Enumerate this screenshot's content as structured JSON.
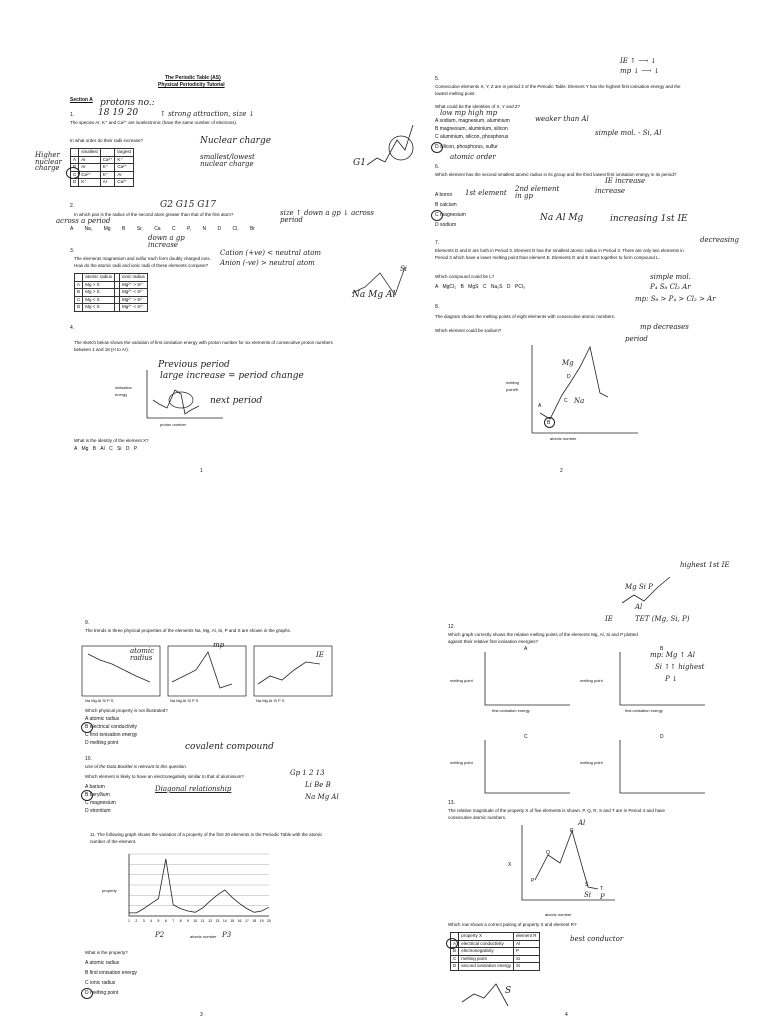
{
  "page1": {
    "title": "The Periodic Table (AS)",
    "subtitle": "Physical Periodicity Tutorial",
    "section": "Section A",
    "q1_num": "1.",
    "q1_text": "The species Ar, K⁺ and Ca²⁺ are isoelectronic (have the same number of electrons).",
    "q1_ask": "In what order do their radii increase?",
    "q1_cols": [
      "",
      "smallest",
      "",
      "largest"
    ],
    "q1_rows": [
      [
        "A",
        "Ar",
        "Ca²⁺",
        "K⁺"
      ],
      [
        "B",
        "Ar",
        "K⁺",
        "Ca²⁺"
      ],
      [
        "C",
        "Ca²⁺",
        "K⁺",
        "Ar"
      ],
      [
        "D",
        "K⁺",
        "Ar",
        "Ca²⁺"
      ]
    ],
    "q1_hw_protons": "protons no.:",
    "q1_hw_nums": "18  19  20",
    "q1_hw_strong": "↑ strong attraction, size ↓",
    "q1_hw_nuclear": "Nuclear charge",
    "q1_hw_higher": "Higher nuclear charge",
    "q1_hw_smallest": "smallest/lowest nuclear charge",
    "q2_num": "2.",
    "q2_text": "In which pair is the radius of the second atom greater than that of the first atom?",
    "q2_opts": [
      "A  Na, Mg",
      "B  Sr, Ca",
      "C  P, N",
      "D  Cl, Br"
    ],
    "q2_hw_groups": "G2   G15   G17",
    "q2_hw_size": "size ↑ down a gp ↓ across period",
    "q2_hw_across": "across a period",
    "q2_hw_down": "down a gp increase",
    "q3_num": "3.",
    "q3_text": "The elements magnesium and sulfur each form doubly charged ions.",
    "q3_ask": "How do the atomic radii and ionic radii of these elements compare?",
    "q3_cols": [
      "",
      "atomic radius",
      "",
      "ionic radius"
    ],
    "q3_rows": [
      [
        "A",
        "Mg > S",
        "Mg²⁺ > S²⁻"
      ],
      [
        "B",
        "Mg > S",
        "Mg²⁺ < S²⁻"
      ],
      [
        "C",
        "Mg < S",
        "Mg²⁺ > S²⁻"
      ],
      [
        "D",
        "Mg < S",
        "Mg²⁺ < S²⁻"
      ]
    ],
    "q3_hw_cation": "Cation (+ve) < neutral atom",
    "q3_hw_anion": "Anion (-ve) > neutral atom",
    "q4_num": "4.",
    "q4_text": "The sketch below shows the variation of first ionisation energy with proton number for six elements of consecutive proton numbers between 1 and 18 (H to Ar).",
    "q4_hw_prev": "Previous period",
    "q4_hw_large": "large increase = period change",
    "q4_hw_next": "next period",
    "q4_ylabel": "ionisation energy",
    "q4_xlabel": "proton number",
    "q4_ask": "What is the identity of the element X?",
    "q4_opts": "A  Mg     B  Al     C  Si     D  P",
    "g1_label": "G1",
    "side_label": "Na Mg  Al",
    "side_si": "Si",
    "page_no": "1"
  },
  "page2": {
    "q5_num": "5.",
    "q5_text": "Consecutive elements X, Y, Z are in period 3 of the Periodic Table. Element Y has the highest first ionisation energy and the lowest melting point.",
    "q5_ask": "What could be the identities of X, Y and Z?",
    "q5_opts": [
      "A  sodium, magnesium, aluminium",
      "B  magnesium, aluminium, silicon",
      "C  aluminium, silicon, phosphorus",
      "D  silicon, phosphorus, sulfur"
    ],
    "q5_hw_top": "IE ↑ ⟶ ↓",
    "q5_hw_mp": "mp ↓ ⟶ ↓",
    "q5_hw_lowmp": "low mp   high mp",
    "q5_hw_weaker": "weaker than Al",
    "q5_hw_simple": "simple mol. - Si, Al",
    "q5_hw_atomic": "atomic order",
    "q6_num": "6.",
    "q6_text": "Which element has the second smallest atomic radius in its group and the third lowest first ionisation energy in its period?",
    "q6_opts": [
      "A  boron",
      "B  calcium",
      "C  magnesium",
      "D  sodium"
    ],
    "q6_hw_first": "1st element",
    "q6_hw_second": "2nd element in gp",
    "q6_hw_ie": "IE increase",
    "q6_hw_increase": "increase",
    "q6_hw_namg": "Na  Al  Mg",
    "q6_hw_inc1": "increasing 1st IE",
    "q7_num": "7.",
    "q7_text": "Elements D and E are both in Period 3. Element D has the smallest atomic radius in Period 3. There are only two elements in Period 3 which have a lower melting point than element E. Elements D and E react together to form compound L.",
    "q7_ask": "Which compound could be L?",
    "q7_opts": "A  MgCl₂     B  MgS     C  Na₂S     D  PCl₃",
    "q7_hw_dec": "decreasing",
    "q7_hw_simple": "simple mol.",
    "q7_hw_ps": "P₄  S₈  Cl₂  Ar",
    "q7_hw_mp": "mp: S₈ > P₄ > Cl₂ > Ar",
    "q8_num": "8.",
    "q8_text": "The diagram shows the melting points of eight elements with consecutive atomic numbers.",
    "q8_ask": "Which element could be sodium?",
    "q8_hw": "mp decreases",
    "q8_hw_period": "period",
    "q8_ylabel": "melting point/K",
    "q8_xlabel": "atomic number",
    "q8_points": [
      "A",
      "B",
      "C",
      "D"
    ],
    "q8_hw_mg": "Mg",
    "q8_hw_na": "Na",
    "page_no": "2"
  },
  "page3": {
    "q9_num": "9.",
    "q9_text": "The trends in three physical properties of the elements Na, Mg, Al, Si, P and S are shown in the graphs.",
    "q9_hw_atomic": "atomic radius",
    "q9_hw_mp": "mp",
    "q9_hw_ie": "IE",
    "q9_axis": "Na Mg Al Si P S",
    "q9_ask": "Which physical property is not illustrated?",
    "q9_opts": [
      "A  atomic radius",
      "B  electrical conductivity",
      "C  first ionisation energy",
      "D  melting point"
    ],
    "q10_num": "10.",
    "q10_note": "Use of the Data Booklet is relevant to this question.",
    "q10_ask": "Which element is likely to have an electronegativity similar to that of aluminium?",
    "q10_opts": [
      "A  barium",
      "B  beryllium",
      "C  magnesium",
      "D  strontium"
    ],
    "q10_hw_cov": "covalent compound",
    "q10_hw_diag": "Diagonal relationship",
    "q10_hw_gp": "Gp  1   2   13",
    "q10_hw_row1": "Li  Be  B",
    "q10_hw_row2": "Na  Mg  Al",
    "q11_num": "11.",
    "q11_text": "The following graph shows the variation of a property of the first 20 elements in the Periodic Table with the atomic number of the element.",
    "q11_ylabel": "property",
    "q11_xlabel": "atomic number",
    "q11_p2": "P2",
    "q11_p3": "P3",
    "q11_ticks": [
      "1",
      "2",
      "3",
      "4",
      "5",
      "6",
      "7",
      "8",
      "9",
      "10",
      "11",
      "12",
      "13",
      "14",
      "15",
      "16",
      "17",
      "18",
      "19",
      "20"
    ],
    "q11_values": [
      0.05,
      0.05,
      0.12,
      0.2,
      0.28,
      0.92,
      0.18,
      0.12,
      0.08,
      0.06,
      0.13,
      0.24,
      0.34,
      0.42,
      0.3,
      0.2,
      0.12,
      0.06,
      0.08,
      0.14
    ],
    "q11_ask": "What is the property?",
    "q11_opts": [
      "A  atomic radius",
      "B  first ionisation energy",
      "C  ionic radius",
      "D  melting point"
    ],
    "page_no": "3"
  },
  "page4": {
    "hw_top": "highest 1st IE",
    "hw_mgsi": "Mg  Si  P",
    "hw_al": "Al",
    "q12_num": "12.",
    "q12_text": "Which graph correctly shows the relative melting points of the elements Mg, Al, Si and P plotted against their relative first ionisation energies?",
    "q12_hw_ie": "IE",
    "q12_hw_tet": "TET (Mg, Si, P)",
    "q12_hw_mp": "mp: Mg ↑ Al",
    "q12_hw_si": "Si ↑↑ highest",
    "q12_hw_p": "P ↓",
    "q12_labels": [
      "A",
      "B",
      "C",
      "D"
    ],
    "q12_ylabel": "melting point",
    "q12_xlabel": "first ionisation energy",
    "q13_num": "13.",
    "q13_text": "The relative magnitude of the property X of five elements is shown. P, Q, R, S and T are in Period 3 and have consecutive atomic numbers.",
    "q13_points": [
      "P",
      "Q",
      "R",
      "S",
      "T"
    ],
    "q13_hw_al": "Al",
    "q13_hw_si": "Si",
    "q13_hw_p": "P",
    "q13_hw_s": "S",
    "q13_xaxis": "X",
    "q13_xlabel": "atomic number",
    "q13_ask": "Which row shows a correct pairing of property X and element R?",
    "q13_cols": [
      "",
      "property X",
      "element R"
    ],
    "q13_rows": [
      [
        "A",
        "electrical conductivity",
        "Al"
      ],
      [
        "B",
        "electronegativity",
        "P"
      ],
      [
        "C",
        "melting point",
        "Si"
      ],
      [
        "D",
        "second ionisation energy",
        "Si"
      ]
    ],
    "q13_hw_best": "best conductor",
    "page_no": "4"
  }
}
